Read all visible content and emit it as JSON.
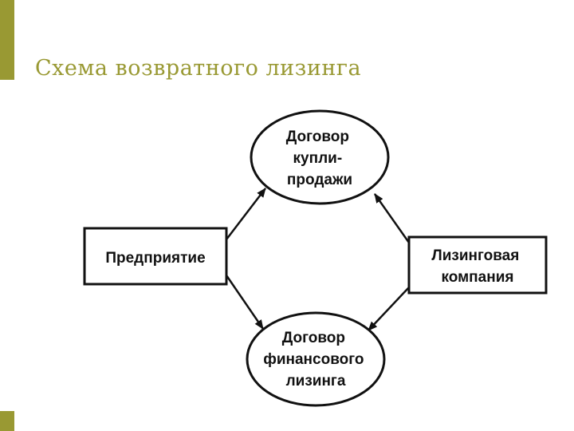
{
  "slide": {
    "title": "Схема возвратного лизинга",
    "accent_color": "#999933"
  },
  "diagram": {
    "nodes": {
      "enterprise": {
        "lines": [
          "Предприятие"
        ]
      },
      "leasing_company": {
        "lines": [
          "Лизинговая",
          "компания"
        ]
      },
      "sale_contract": {
        "lines": [
          "Договор",
          "купли-",
          "продажи"
        ]
      },
      "finance_lease_contract": {
        "lines": [
          "Договор",
          "финансового",
          "лизинга"
        ]
      }
    }
  }
}
